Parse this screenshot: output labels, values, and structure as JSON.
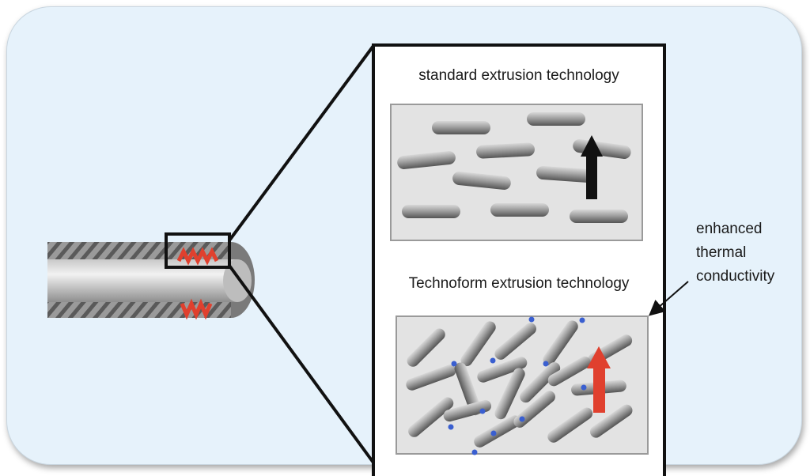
{
  "diagram": {
    "standard_title": "standard extrusion technology",
    "technoform_title": "Technoform extrusion technology",
    "annotation": {
      "line1": "enhanced",
      "line2": "thermal",
      "line3": "conductivity"
    },
    "colors": {
      "background": "#e6f2fb",
      "rod": "#8c8c8c",
      "standard_arrow": "#111111",
      "technoform_arrow": "#e0402e",
      "contact_point": "#3a5fd0",
      "zigzag": "#e0402e"
    }
  }
}
